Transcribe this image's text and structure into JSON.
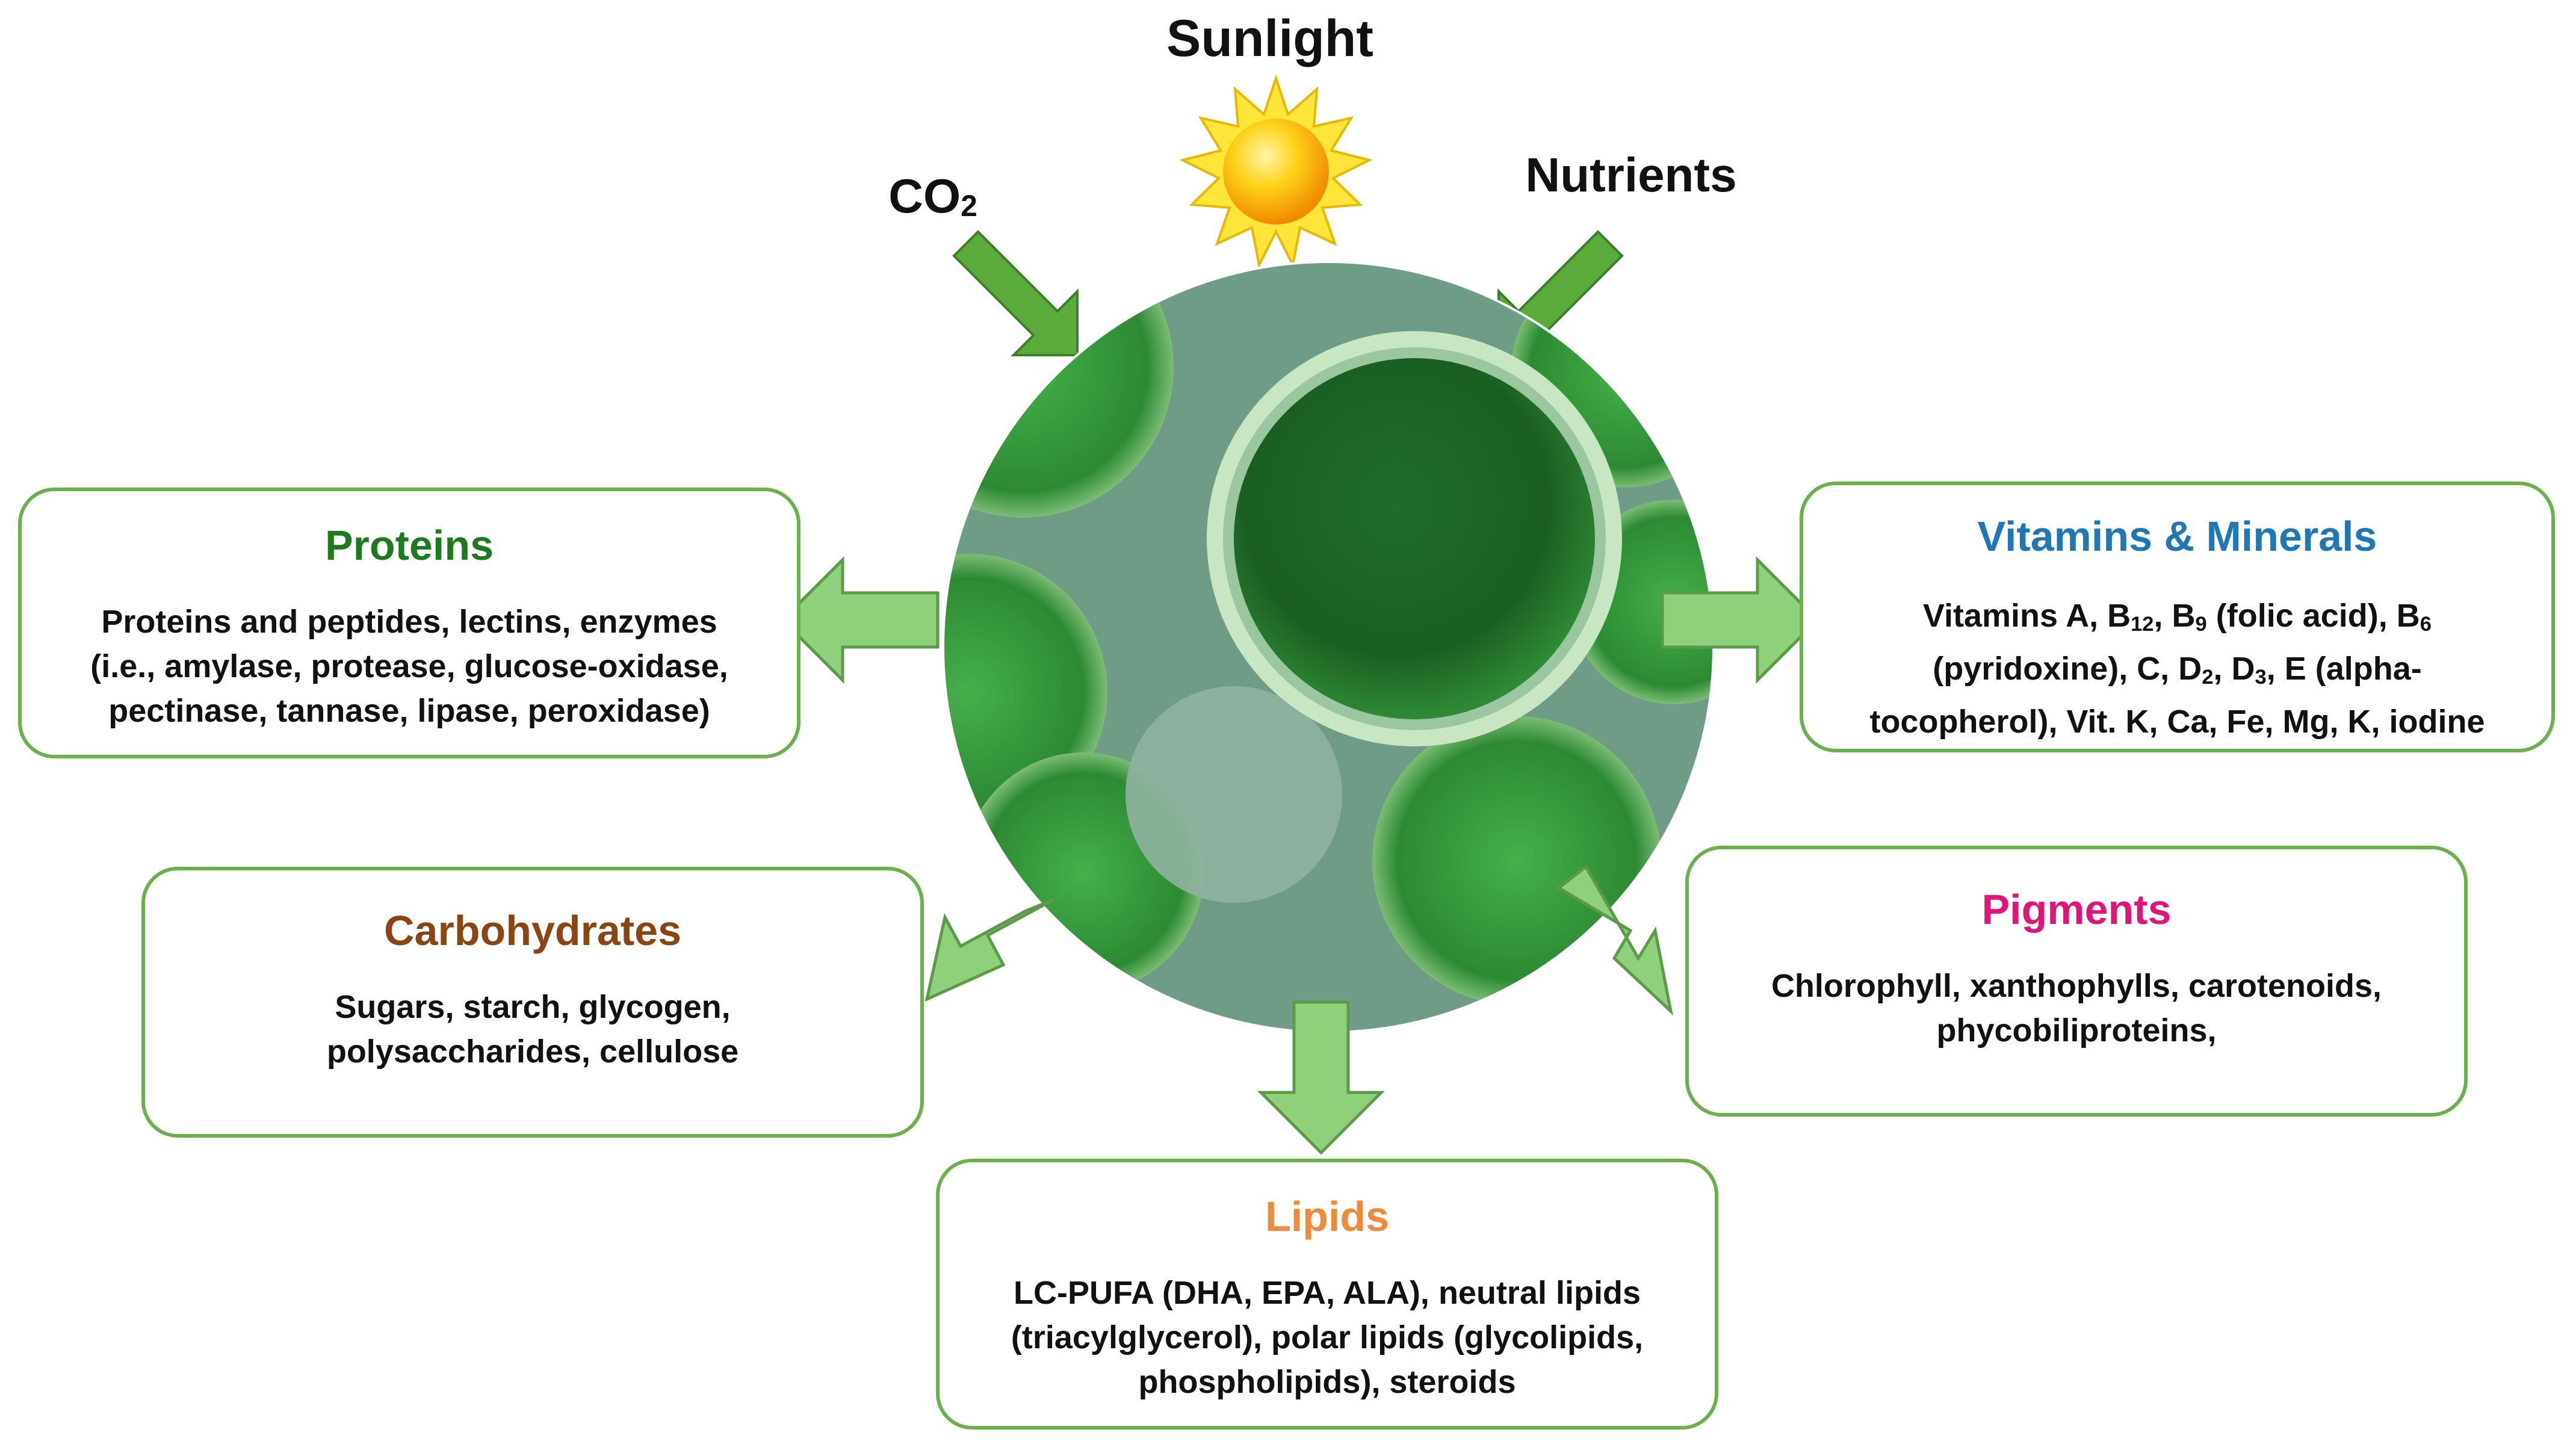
{
  "inputs": {
    "sunlight": "Sunlight",
    "co2": "CO",
    "co2_sub": "2",
    "nutrients": "Nutrients"
  },
  "colors": {
    "box_border": "#6ab04c",
    "arrow_fill": "#8fd17a",
    "arrow_stroke": "#5b9a48",
    "input_arrow_fill": "#5aaa3c",
    "proteins": "#1e7a1e",
    "vitamins": "#1f77b4",
    "carbohydrates": "#8b4513",
    "pigments": "#e0157a",
    "lipids": "#f08a3a"
  },
  "boxes": {
    "proteins": {
      "title": "Proteins",
      "lines": [
        [
          {
            "t": "Proteins and peptides, lectins, enzymes"
          }
        ],
        [
          {
            "t": "(i.e., amylase, protease, glucose-oxidase,"
          }
        ],
        [
          {
            "t": "pectinase, tannase, lipase, peroxidase)"
          }
        ]
      ]
    },
    "vitamins": {
      "title": "Vitamins & Minerals",
      "lines": [
        [
          {
            "t": "Vitamins A, B"
          },
          {
            "s": "12"
          },
          {
            "t": ", B"
          },
          {
            "s": "9"
          },
          {
            "t": " (folic acid), B"
          },
          {
            "s": "6"
          }
        ],
        [
          {
            "t": "(pyridoxine), C, D"
          },
          {
            "s": "2"
          },
          {
            "t": ", D"
          },
          {
            "s": "3"
          },
          {
            "t": ", E (alpha-"
          }
        ],
        [
          {
            "t": "tocopherol), Vit. K, Ca, Fe, Mg, K, iodine"
          }
        ]
      ]
    },
    "carbohydrates": {
      "title": "Carbohydrates",
      "lines": [
        [
          {
            "t": "Sugars, starch, glycogen,"
          }
        ],
        [
          {
            "t": "polysaccharides, cellulose"
          }
        ]
      ]
    },
    "pigments": {
      "title": "Pigments",
      "lines": [
        [
          {
            "t": "Chlorophyll, xanthophylls, carotenoids,"
          }
        ],
        [
          {
            "t": "phycobiliproteins,"
          }
        ]
      ]
    },
    "lipids": {
      "title": "Lipids",
      "lines": [
        [
          {
            "t": "LC-PUFA (DHA, EPA, ALA), neutral lipids"
          }
        ],
        [
          {
            "t": "(triacylglycerol), polar lipids (glycolipids,"
          }
        ],
        [
          {
            "t": "phospholipids), steroids"
          }
        ]
      ]
    }
  }
}
